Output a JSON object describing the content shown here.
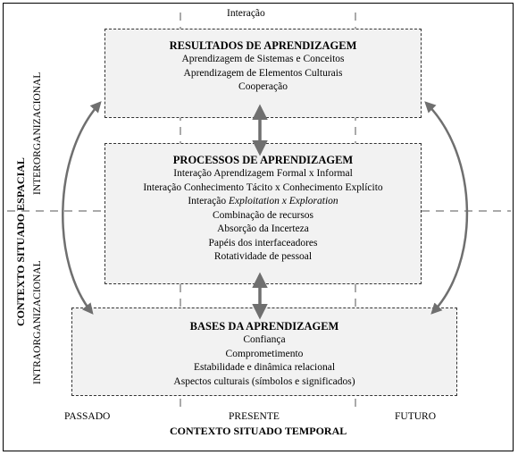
{
  "top_label": "Interação",
  "results": {
    "title": "RESULTADOS DE APRENDIZAGEM",
    "items": [
      "Aprendizagem de Sistemas e Conceitos",
      "Aprendizagem de Elementos Culturais",
      "Cooperação"
    ]
  },
  "processes": {
    "title": "PROCESSOS DE APRENDIZAGEM",
    "items": [
      {
        "prefix": "Interação Aprendizagem Formal x Informal",
        "italic": ""
      },
      {
        "prefix": "Interação Conhecimento Tácito x Conhecimento Explícito",
        "italic": ""
      },
      {
        "prefix": "Interação ",
        "italic": "Exploitation x Exploration"
      },
      {
        "prefix": "Combinação de recursos",
        "italic": ""
      },
      {
        "prefix": "Absorção da Incerteza",
        "italic": ""
      },
      {
        "prefix": "Papéis dos interfaceadores",
        "italic": ""
      },
      {
        "prefix": "Rotatividade de pessoal",
        "italic": ""
      }
    ]
  },
  "bases": {
    "title": "BASES DA APRENDIZAGEM",
    "items": [
      "Confiança",
      "Comprometimento",
      "Estabilidade e dinâmica relacional",
      "Aspectos culturais (símbolos e significados)"
    ]
  },
  "left_axis": {
    "title": "CONTEXTO SITUADO ESPACIAL",
    "upper": "INTERORGANIZACIONAL",
    "lower": "INTRAORGANIZACIONAL"
  },
  "bottom_axis": {
    "past": "PASSADO",
    "present": "PRESENTE",
    "future": "FUTURO",
    "title": "CONTEXTO SITUADO TEMPORAL"
  },
  "colors": {
    "box_fill": "#f2f2f2",
    "dashed_guides": "#aaaaaa",
    "arrows": "#6f6f6f"
  }
}
